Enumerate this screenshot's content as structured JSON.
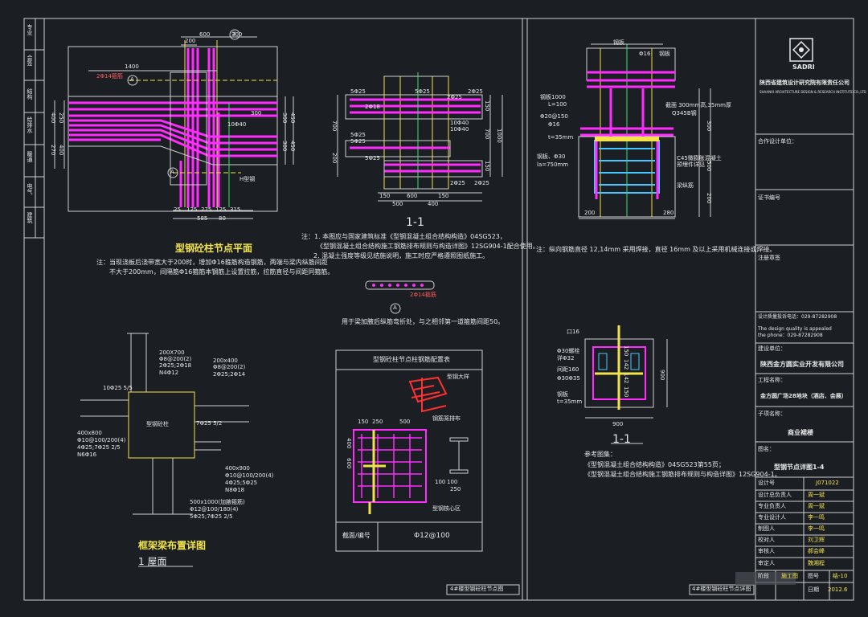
{
  "frame": {
    "bg": "#1b1f24",
    "line": "#cfcfcf",
    "accent_magenta": "#ff2bff",
    "accent_yellow": "#f2e34a",
    "accent_cyan": "#46c8ff",
    "accent_red": "#ff4040",
    "accent_green": "#39e26a"
  },
  "left_strip": [
    "专业",
    "会签",
    "结构",
    "给排水",
    "暖通",
    "电气",
    "建筑"
  ],
  "plan": {
    "title": "型钢砼柱节点平面",
    "dims_top": [
      "600",
      "300"
    ],
    "dim_200": "200",
    "dim_1400": "1400",
    "label_a": "A",
    "label_b": "③",
    "red_label": "2Φ14箍筋",
    "dims_right": [
      "300",
      "450",
      "300",
      "450"
    ],
    "dims_left": [
      "400",
      "270",
      "250",
      "400"
    ],
    "dims_bottom": [
      "25",
      "125",
      "275",
      "125",
      "315"
    ],
    "dim_585": "585",
    "dim_80": "80",
    "inner_300": "300",
    "inner_note": "H型钢",
    "note_10": "10Φ40",
    "note_lines": [
      "注：当现浇板后浇带宽大于200时，增加Φ16箍筋构造钢筋，两端与梁内纵筋间距",
      "不大于200mm，间隔筋Φ16箍筋本钢筋上设置拉筋，拉筋直径与间距同箍筋。"
    ]
  },
  "section_1": {
    "title": "1-1",
    "dims": [
      "5Φ25",
      "5Φ25",
      "2Φ25",
      "2Φ18",
      "2Φ25",
      "5Φ25",
      "10Φ40",
      "10Φ40",
      "5Φ25",
      "5Φ25",
      "2Φ25",
      "2Φ25"
    ],
    "dim_left": [
      "700",
      "200"
    ],
    "dim_right": [
      "150",
      "700",
      "1000",
      "150"
    ],
    "dim_bottom": [
      "150",
      "600",
      "150",
      "500",
      "400"
    ],
    "notes": [
      "注：1. 本图应与国家建筑标准《型钢混凝土组合结构构造》04SG523，",
      "《型钢混凝土组合结构施工钢筋排布规则与构造详图》12SG904-1配合使用。",
      "2. 混凝土强度等级见结施说明，施工时应严格遵照图纸施工。"
    ]
  },
  "detail_a": {
    "red": "2Φ14箍筋",
    "label": "A",
    "note": "用于梁加腋后纵筋弯折处，与之相邻第一道箍筋间距50。"
  },
  "section_2": {
    "dims_top": [
      "钢板",
      "Φ16",
      "钢板"
    ],
    "labels": [
      "钢板1000",
      "L=100",
      "Φ20@150",
      "Φ16",
      "t=35mm",
      "钢板、Φ30",
      "la=750mm",
      "截面 300mm高,35mm厚",
      "Q345B钢",
      "C45微膨胀混凝土",
      "预埋件详见",
      "梁纵筋"
    ],
    "dim_bottom": [
      "200",
      "280"
    ],
    "dim_right": [
      "300",
      "500",
      "200"
    ],
    "note": "注：纵向钢筋直径 12,14mm 采用焊接，直径 16mm 及以上采用机械连接或焊接。"
  },
  "frame_beam": {
    "title": "框架梁布置详图",
    "subtitle": "1 屋面",
    "center": "型钢砼柱",
    "labels": [
      "200X700",
      "Φ8@200(2)",
      "2Φ25;2Φ18",
      "N4Φ12",
      "200x400",
      "Φ8@200(2)",
      "2Φ25;2Φ14",
      "10Φ25 5/5",
      "7Φ25 5/2",
      "400x800",
      "Φ10@100/200(4)",
      "4Φ25;7Φ25 2/5",
      "N6Φ16",
      "400x900",
      "Φ10@100/200(4)",
      "4Φ25;5Φ25",
      "N8Φ18",
      "500x1000(加腋箍筋)",
      "Φ12@100/180(4)",
      "5Φ25;7Φ25 2/5"
    ]
  },
  "table": {
    "header": "型钢砼柱节点柱钢筋配置表",
    "col_left": "截面/编号",
    "col_right": "Φ12@100",
    "dims": [
      "150",
      "250",
      "500",
      "400",
      "600",
      "100",
      "250",
      "100"
    ],
    "label1": "型钢大样",
    "label2": "钢筋笼排布",
    "label3": "型钢核心区"
  },
  "section_3": {
    "title": "1-1",
    "labels": [
      "口16",
      "Φ30螺栓",
      "详Φ32",
      "间距160",
      "Φ30Φ35",
      "钢板",
      "t=35mm"
    ],
    "dims_right": [
      "150",
      "142",
      "142",
      "150"
    ],
    "dim_900": "900",
    "dim_bottom": "900",
    "ref_title": "参考图集：",
    "refs": [
      "《型钢混凝土组合结构构造》04SG523第55页；",
      "《型钢混凝土组合结构施工钢筋排布规则与构造详图》12SG904-1。"
    ]
  },
  "tab_labels": [
    "4#楼型钢砼柱节点图",
    "4#楼型钢砼柱节点详图"
  ],
  "title_block": {
    "logo": "SADRI",
    "company": "陕西省建筑设计研究院有限责任公司",
    "company_en": "SHAANXI ARCHITECTURE DESIGN & RESEARCH INSTITUTE CO.,LTD",
    "coop": "合作设计单位：",
    "cert": "证书编号",
    "stamp": "注册章签",
    "phone": "设计质量投诉电话：029-87282908",
    "en1": "The design quality is appealed",
    "en2": "the phone：029-87282908",
    "client_label": "建设单位：",
    "client": "陕西金方圆实业开发有限公司",
    "project_label": "工程名称：",
    "project": "金方圆广场28地块（酒店、会展）",
    "sub_label": "子项名称：",
    "sub": "商业裙楼",
    "drawing_label": "图名：",
    "drawing": "型钢节点详图1-4",
    "rows": [
      [
        "设计号",
        "J071022"
      ],
      [
        "设计总负责人",
        "周一斌"
      ],
      [
        "专业负责人",
        "周一斌"
      ],
      [
        "专业设计人",
        "李一鸣"
      ],
      [
        "制图人",
        "李一鸣"
      ],
      [
        "校对人",
        "刘卫辉"
      ],
      [
        "审核人",
        "郝会峰"
      ],
      [
        "审定人",
        "魏湘程"
      ]
    ],
    "bottom": [
      "阶段",
      "施工图",
      "图号",
      "结-10",
      "日期",
      "2012.6"
    ]
  }
}
